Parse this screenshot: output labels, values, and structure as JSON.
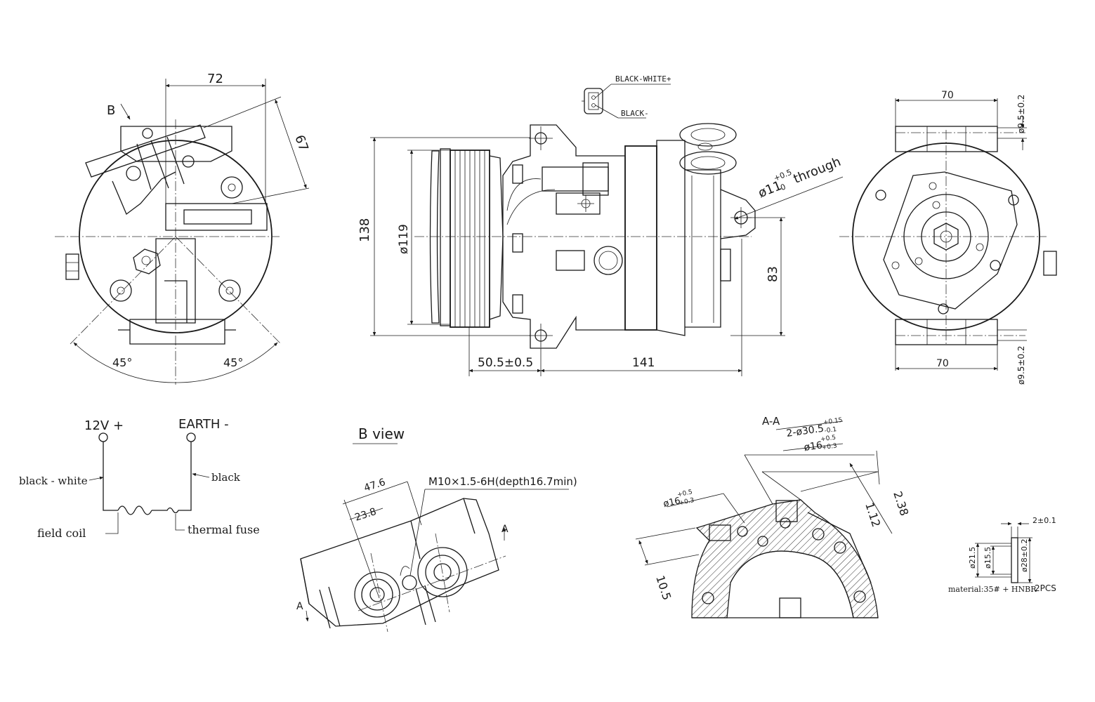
{
  "front_view": {
    "dim_top": "72",
    "dim_diag": "67",
    "view_marker": "B",
    "angle_left": "45°",
    "angle_right": "45°"
  },
  "side_view": {
    "connector_wire_1": "BLACK-WHITE+",
    "connector_wire_2": "BLACK-",
    "dim_height": "138",
    "dim_pulley_dia": "ø119",
    "dim_hole_main": "ø11",
    "dim_hole_tol_upper": "+0.5",
    "dim_hole_tol_lower": "0",
    "dim_hole_suffix": "through",
    "dim_offset": "83",
    "dim_clutch": "50.5±0.5",
    "dim_length": "141"
  },
  "rear_view": {
    "dim_top_width": "70",
    "dim_top_hole": "ø9.5±0.2",
    "dim_bottom_width": "70",
    "dim_bottom_hole": "ø9.5±0.2"
  },
  "wiring": {
    "terminal_pos": "12V +",
    "terminal_neg": "EARTH -",
    "wire_pos": "black - white",
    "wire_neg": "black",
    "field_coil": "field coil",
    "thermal_fuse": "thermal fuse"
  },
  "b_view": {
    "title": "B view",
    "thread_spec": "M10×1.5-6H(depth16.7min)",
    "dim_1": "47.6",
    "dim_2": "23.8",
    "section_mark_1": "A",
    "section_mark_2": "A"
  },
  "section_aa": {
    "title": "A-A",
    "dim_bore_main": "2-ø30.5",
    "dim_bore_tol_upper": "+0.15",
    "dim_bore_tol_lower": "-0.1",
    "dim_port_top_main": "ø16",
    "dim_port_top_upper": "+0.5",
    "dim_port_top_lower": "+0.3",
    "dim_port_left_main": "ø16",
    "dim_port_left_upper": "+0.5",
    "dim_port_left_lower": "+0.3",
    "dim_a": "1.12",
    "dim_b": "2.38",
    "dim_c": "10.5"
  },
  "oring": {
    "dim_thickness": "2±0.1",
    "dim_outer": "ø21.5",
    "dim_inner": "ø15.5",
    "dim_section": "ø28±0.2",
    "material": "material:35# + HNBR",
    "qty": "2PCS"
  }
}
